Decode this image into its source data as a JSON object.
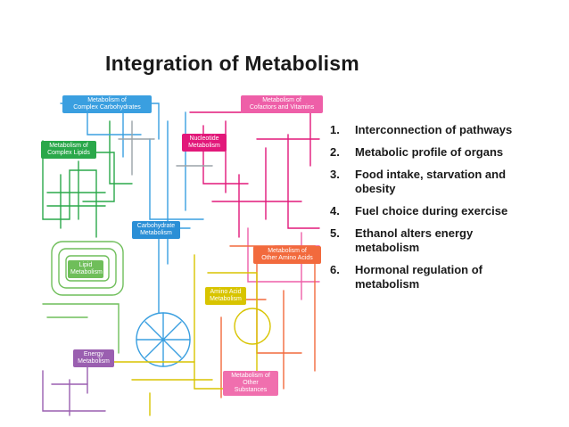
{
  "slide": {
    "title": "Integration of Metabolism"
  },
  "outline": [
    {
      "number": "1.",
      "text": "Interconnection of pathways"
    },
    {
      "number": "2.",
      "text": "Metabolic profile of organs"
    },
    {
      "number": "3.",
      "text": "Food intake, starvation and obesity"
    },
    {
      "number": "4.",
      "text": "Fuel choice during exercise"
    },
    {
      "number": "5.",
      "text": "Ethanol alters energy metabolism"
    },
    {
      "number": "6.",
      "text": "Hormonal regulation of metabolism"
    }
  ],
  "map_labels": {
    "complex_carbohydrates": "Metabolism of\nComplex Carbohydrates",
    "cofactors_vitamins": "Metabolism of\nCofactors and Vitamins",
    "complex_lipids": "Metabolism of\nComplex Lipids",
    "nucleotide": "Nucleotide\nMetabolism",
    "carbohydrate": "Carbohydrate\nMetabolism",
    "lipid": "Lipid\nMetabolism",
    "other_amino_acids": "Metabolism of\nOther Amino Acids",
    "amino_acid": "Amino Acid\nMetabolism",
    "energy": "Energy\nMetabolism",
    "other_substances": "Metabolism of\nOther Substances"
  },
  "colors": {
    "complex_carbohydrates": "#3a9fe0",
    "cofactors_vitamins": "#ee5fa8",
    "complex_lipids": "#2aa84a",
    "nucleotide": "#e2187a",
    "carbohydrate": "#2b8fd6",
    "lipid": "#6fbe5a",
    "other_amino_acids": "#f26a3d",
    "amino_acid": "#d8c400",
    "energy": "#9a5fb0",
    "other_substances": "#f06fae"
  }
}
